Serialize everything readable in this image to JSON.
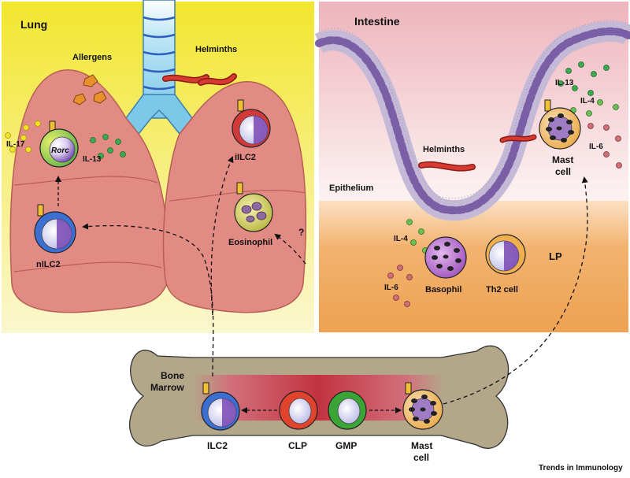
{
  "panels": {
    "lung": {
      "title": "Lung",
      "allergens": "Allergens",
      "helminths": "Helminths",
      "il17": "IL-17",
      "il13": "IL-13",
      "rorc": "Rorc",
      "nilc2": "nILC2",
      "iilc2": "iILC2",
      "eosinophil": "Eosinophil",
      "question": "?"
    },
    "intestine": {
      "title": "Intestine",
      "helminths": "Helminths",
      "epithelium": "Epithelium",
      "il13": "IL-13",
      "il4_top": "IL-4",
      "il6_top": "IL-6",
      "mast_cell_line1": "Mast",
      "mast_cell_line2": "cell",
      "il4_bottom": "IL-4",
      "il6_bottom": "IL-6",
      "basophil": "Basophil",
      "th2": "Th2 cell",
      "lp": "LP"
    },
    "bone_marrow": {
      "title_line1": "Bone",
      "title_line2": "Marrow",
      "ilc2": "ILC2",
      "clp": "CLP",
      "gmp": "GMP",
      "mast_line1": "Mast",
      "mast_line2": "cell"
    }
  },
  "credit": "Trends in Immunology",
  "colors": {
    "lung_bg_top": "#f2e62e",
    "lung_bg_bottom": "#fbf6c8",
    "lung_tissue": "#e28b84",
    "intestine_bg_top": "#f0c1c8",
    "lp_bg": "#efa659",
    "bone": "#b3a78a",
    "marrow": "#c83a48",
    "ilc2_blue": "#3b6fd1",
    "clp_red": "#e0442d",
    "gmp_green": "#3aa436",
    "mast_orange": "#e7a02e",
    "basophil_purple": "#8e3ea6",
    "dot_yellow": "#f3e223",
    "dot_green": "#3fa950",
    "dot_pink": "#cf6f78"
  }
}
